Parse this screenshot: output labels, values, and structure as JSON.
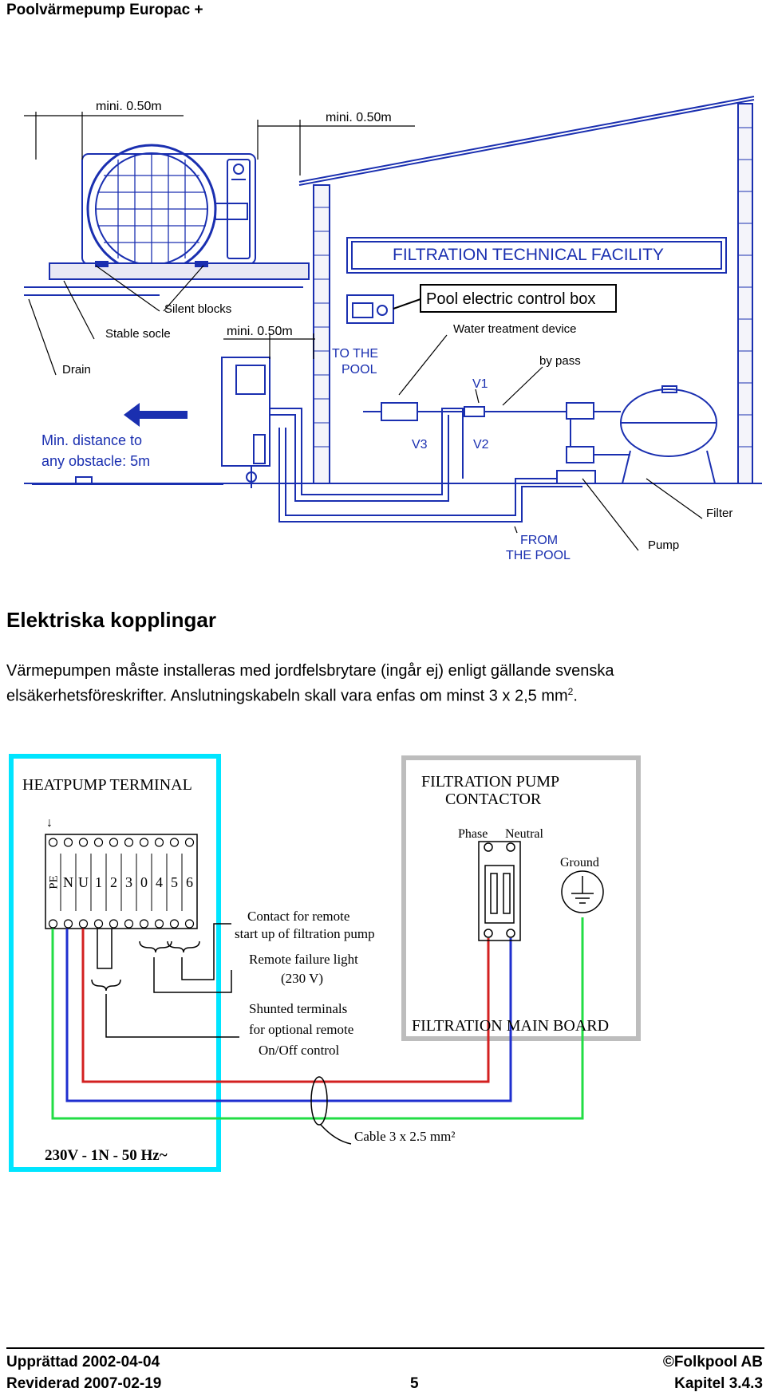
{
  "header": {
    "title": "Poolvärmepump Europac +"
  },
  "installation_diagram": {
    "clearance_a": "mini. 0.50m",
    "clearance_b": "mini. 0.50m",
    "clearance_c": "mini. 0.50m",
    "facility_title": "FILTRATION TECHNICAL FACILITY",
    "control_box": "Pool electric control box",
    "water_treatment": "Water treatment device",
    "bypass": "by pass",
    "silent_blocks": "Silent blocks",
    "stable_socle": "Stable socle",
    "drain": "Drain",
    "min_distance_1": "Min. distance to",
    "min_distance_2": "any obstacle: 5m",
    "to_pool_1": "TO THE",
    "to_pool_2": "POOL",
    "v1": "V1",
    "v2": "V2",
    "v3": "V3",
    "from_pool_1": "FROM",
    "from_pool_2": "THE POOL",
    "filter": "Filter",
    "pump": "Pump"
  },
  "section": {
    "title": "Elektriska kopplingar",
    "paragraph_1": "Värmepumpen måste installeras med jordfelsbrytare (ingår ej) enligt gällande svenska",
    "paragraph_2": "elsäkerhetsföreskrifter. Anslutningskabeln skall vara enfas om minst 3 x 2,5 mm",
    "paragraph_sup": "2",
    "paragraph_end": "."
  },
  "wiring_diagram": {
    "heatpump_terminal": "HEATPUMP TERMINAL",
    "terminals": [
      "PE",
      "N",
      "U",
      "1",
      "2",
      "3",
      "0",
      "4",
      "5",
      "6"
    ],
    "contact_remote_1": "Contact for remote",
    "contact_remote_2": "start up of filtration pump",
    "failure_light_1": "Remote failure light",
    "failure_light_2": "(230 V)",
    "shunted_1": "Shunted terminals",
    "shunted_2": "for optional remote",
    "shunted_3": "On/Off control",
    "supply": "230V - 1N - 50 Hz~",
    "contactor_1": "FILTRATION  PUMP",
    "contactor_2": "CONTACTOR",
    "phase": "Phase",
    "neutral": "Neutral",
    "ground": "Ground",
    "main_board": "FILTRATION MAIN BOARD",
    "cable": "Cable 3 x 2.5 mm²",
    "colors": {
      "frame_left": "#00e5ff",
      "frame_right": "#bdbdbd",
      "phase": "#d32020",
      "neutral": "#1f2fcf",
      "ground": "#22dd44"
    }
  },
  "footer": {
    "created": "Upprättad 2002-04-04",
    "revised": "Reviderad 2007-02-19",
    "page": "5",
    "company": "©Folkpool AB",
    "chapter": "Kapitel 3.4.3"
  }
}
